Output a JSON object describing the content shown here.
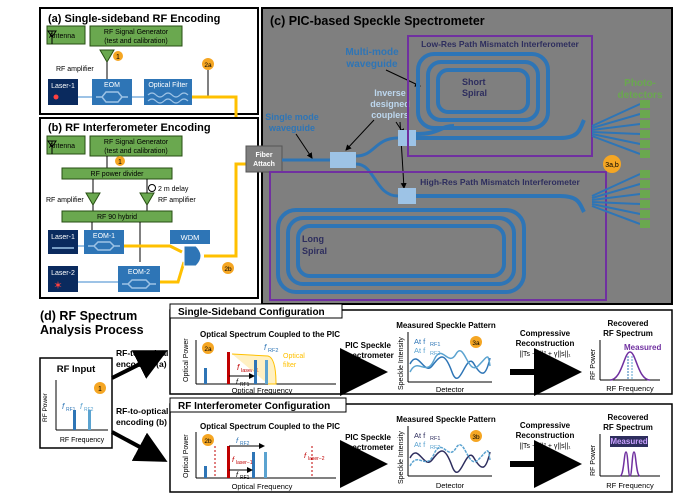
{
  "panel_a": {
    "title": "(a) Single-sideband RF Encoding",
    "antenna": "Antenna",
    "siggen1": "RF Signal Generator",
    "siggen2": "(test and calibration)",
    "rf_amp": "RF amplifier",
    "laser": "Laser-1",
    "eom": "EOM",
    "filter": "Optical Filter",
    "badge1": "1",
    "badge2": "2a"
  },
  "panel_b": {
    "title": "(b) RF Interferometer Encoding",
    "antenna": "Antenna",
    "siggen1": "RF Signal Generator",
    "siggen2": "(test and calibration)",
    "divider": "RF power divider",
    "delay": "2 m delay",
    "rf_amp_left": "RF amplifier",
    "rf_amp_right": "RF amplifier",
    "hybrid": "RF 90 hybrid",
    "laser1": "Laser-1",
    "laser2": "Laser-2",
    "eom1": "EOM-1",
    "eom2": "EOM-2",
    "wdm": "WDM",
    "badge1": "1",
    "badge2": "2b"
  },
  "panel_c": {
    "title": "(c) PIC-based Speckle Spectrometer",
    "multimode1": "Multi-mode",
    "multimode2": "waveguide",
    "lowres": "Low-Res Path Mismatch Interferometer",
    "highres": "High-Res Path Mismatch Interferometer",
    "short1": "Short",
    "short2": "Spiral",
    "long1": "Long",
    "long2": "Spiral",
    "inverse1": "Inverse",
    "inverse2": "designed",
    "inverse3": "couplers",
    "single1": "Single mode",
    "single2": "waveguide",
    "fiber1": "Fiber",
    "fiber2": "Attach",
    "photo1": "Photo-",
    "photo2": "detectors",
    "badge": "3a,b"
  },
  "panel_d": {
    "title1": "(d) RF Spectrum",
    "title2": "Analysis Process",
    "rf_input": "RF Input",
    "rf_power": "RF Power",
    "rf_freq": "RF Frequency",
    "f1": "f",
    "f1sub": "RF1",
    "f2": "f",
    "f2sub": "RF2",
    "badge1": "1",
    "enc_a1": "RF-to-optical",
    "enc_a2": "encoding (a)",
    "enc_b1": "RF-to-optical",
    "enc_b2": "encoding (b)"
  },
  "ssb_config": {
    "title": "Single-Sideband Configuration",
    "opt_title": "Optical Spectrum Coupled to the PIC",
    "opt_power": "Optical Power",
    "opt_freq": "Optical Frequency",
    "badge": "2a",
    "flaser": "f",
    "flaser_sub": "laser−1",
    "frf1": "f",
    "frf1_sub": "RF1",
    "frf2": "f",
    "frf2_sub": "RF2",
    "filter1": "Optical",
    "filter2": "filter",
    "pic1": "PIC Speckle",
    "pic2": "Spectrometer",
    "speckle_title": "Measured Speckle Pattern",
    "speckle_int": "Speckle Intensity",
    "detector": "Detector",
    "at1": "At f",
    "at1sub": "RF1",
    "at2": "At f",
    "at2sub": "RF2",
    "badge3": "3a",
    "cr1": "Compressive",
    "cr2": "Reconstruction",
    "formula": "||Ts − I||² + γ||s||₁",
    "rec1": "Recovered",
    "rec2": "RF Spectrum",
    "measured": "Measured",
    "rf_power": "RF Power",
    "rf_freq": "RF Frequency"
  },
  "rfi_config": {
    "title": "RF Interferometer Configuration",
    "opt_title": "Optical Spectrum Coupled to the PIC",
    "opt_power": "Optical Power",
    "opt_freq": "Optical Frequency",
    "badge": "2b",
    "flaser1": "f",
    "flaser1_sub": "laser−1",
    "flaser2": "f",
    "flaser2_sub": "laser−2",
    "frf1": "f",
    "frf1_sub": "RF1",
    "frf2": "f",
    "frf2_sub": "RF2",
    "pic1": "PIC Speckle",
    "pic2": "Spectrometer",
    "speckle_title": "Measured Speckle Pattern",
    "speckle_int": "Speckle Intensity",
    "detector": "Detector",
    "at1": "At f",
    "at1sub": "RF1",
    "at2": "At f",
    "at2sub": "RF2",
    "badge3": "3b",
    "cr1": "Compressive",
    "cr2": "Reconstruction",
    "formula": "||Ts − I||² + γ||s||₁",
    "rec1": "Recovered",
    "rec2": "RF Spectrum",
    "measured": "Measured",
    "rf_power": "RF Power",
    "rf_freq": "RF Frequency"
  },
  "colors": {
    "green": "#6aa84f",
    "green_dark": "#38761d",
    "blue": "#2e75b6",
    "blue_light": "#9dc3e6",
    "orange": "#f5a623",
    "yellow": "#ffc000",
    "purple": "#7030a0",
    "red": "#c00000",
    "chip_bg": "#7f7f7f",
    "laser": "#0a2a5e"
  }
}
